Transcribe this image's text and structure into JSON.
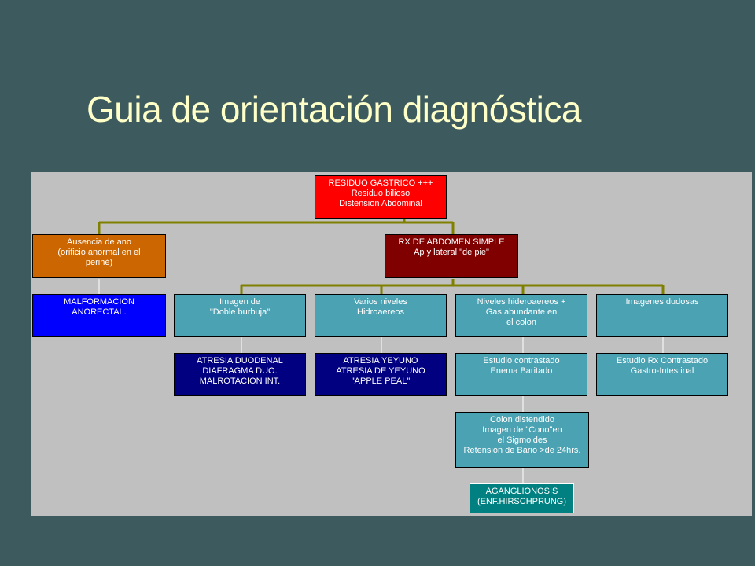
{
  "slide": {
    "title": "Guia de  orientación diagnóstica"
  },
  "chart": {
    "root": [
      "RESIDUO GASTRICO +++",
      "Residuo   bilioso",
      "Distension Abdominal"
    ],
    "anus": [
      "Ausencia de ano",
      "(orificio anormal en el",
      "periné)"
    ],
    "xray": [
      "RX  DE ABDOMEN SIMPLE",
      "Ap y lateral \"de pie\""
    ],
    "malformacion": [
      "MALFORMACION",
      "ANORECTAL."
    ],
    "doble": [
      "Imagen de",
      "\"Doble burbuja\""
    ],
    "varios": [
      "Varios niveles",
      "Hidroaereos"
    ],
    "niveles": [
      "Niveles hideroaereos +",
      "Gas abundante en",
      "el colon"
    ],
    "dudosas": [
      "Imagenes dudosas"
    ],
    "duodenal": [
      "ATRESIA DUODENAL",
      "DIAFRAGMA  DUO.",
      "MALROTACION INT."
    ],
    "yeyuno": [
      "ATRESIA YEYUNO",
      "ATRESIA DE YEYUNO",
      "\"APPLE PEAL\""
    ],
    "estudio": [
      "Estudio contrastado",
      "Enema Baritado"
    ],
    "gastro": [
      "Estudio Rx Contrastado",
      "Gastro-Intestinal"
    ],
    "colon": [
      "Colon distendido",
      "Imagen de \"Cono\"en",
      "el  Sigmoides",
      "Retension de Bario >de 24hrs."
    ],
    "agang": [
      "AGANGLIONOSIS",
      "(ENF.HIRSCHPRUNG)"
    ]
  },
  "colors": {
    "background": "#3d5a5e",
    "title": "#ffffc8",
    "panel": "#c0c0c0",
    "connector": "#808000",
    "red": "#ff0000",
    "orange": "#cc6600",
    "maroon": "#800000",
    "blue": "#0000ff",
    "teal": "#4ba2b3",
    "navy": "#000080",
    "dark_teal": "#008080"
  }
}
